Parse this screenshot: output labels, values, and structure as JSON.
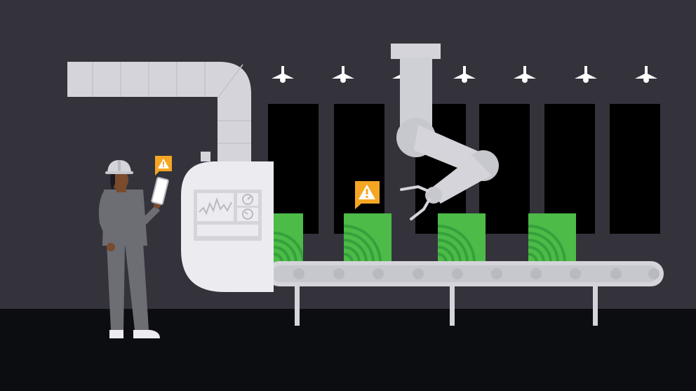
{
  "scene": {
    "colors": {
      "wall": "#34333c",
      "floor": "#0b0d10",
      "machine": "#d4d4da",
      "machine_light": "#ececf0",
      "box_green": "#4cbb48",
      "box_green_dark": "#2f9a38",
      "alert": "#f5a623",
      "worker_suit": "#6d6d74",
      "worker_skin": "#7a4b2c",
      "window": "#000000"
    },
    "alerts": [
      {
        "icon": "warning-icon",
        "target": "worker-tablet"
      },
      {
        "icon": "warning-icon",
        "target": "conveyor-box"
      }
    ],
    "ceiling_lamp_count": 7,
    "window_count": 6,
    "conveyor_box_count": 4
  }
}
